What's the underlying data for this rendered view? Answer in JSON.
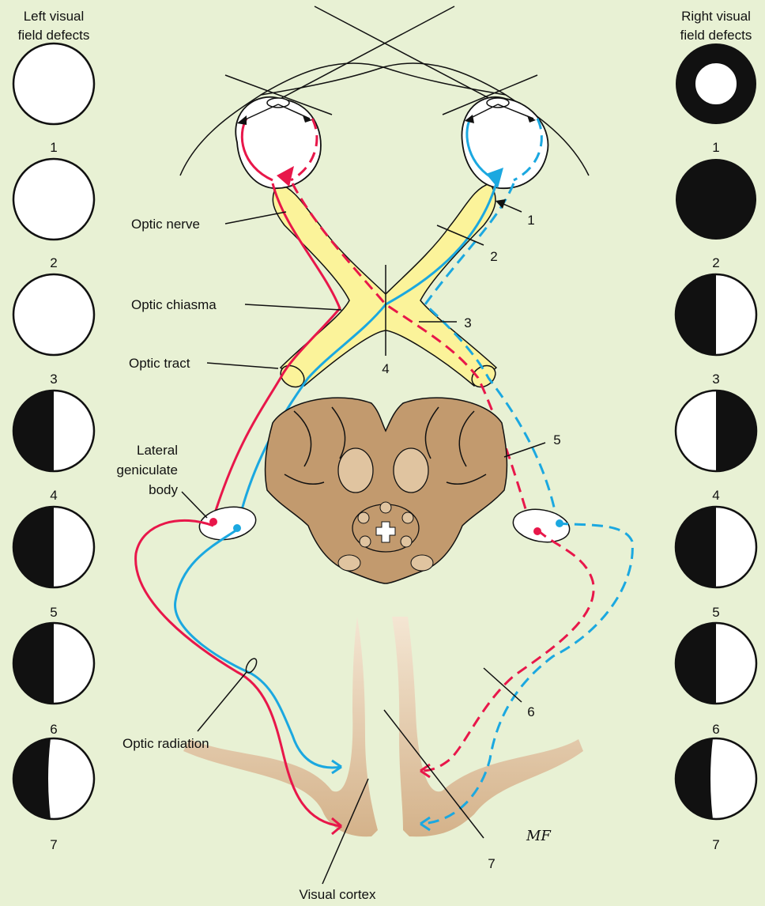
{
  "headers": {
    "left": [
      "Left visual",
      "field defects"
    ],
    "right": [
      "Right visual",
      "field defects"
    ]
  },
  "fields": {
    "left": [
      {
        "num": "1",
        "defect": "none"
      },
      {
        "num": "2",
        "defect": "none"
      },
      {
        "num": "3",
        "defect": "none"
      },
      {
        "num": "4",
        "defect": "left-half"
      },
      {
        "num": "5",
        "defect": "left-half"
      },
      {
        "num": "6",
        "defect": "left-half"
      },
      {
        "num": "7",
        "defect": "left-half-macular-sparing"
      }
    ],
    "right": [
      {
        "num": "1",
        "defect": "peripheral-ring"
      },
      {
        "num": "2",
        "defect": "full"
      },
      {
        "num": "3",
        "defect": "left-half"
      },
      {
        "num": "4",
        "defect": "right-half"
      },
      {
        "num": "5",
        "defect": "left-half"
      },
      {
        "num": "6",
        "defect": "left-half"
      },
      {
        "num": "7",
        "defect": "left-half-macular-sparing"
      }
    ]
  },
  "labels": {
    "optic_nerve": "Optic nerve",
    "optic_chiasma": "Optic chiasma",
    "optic_tract": "Optic tract",
    "lgb": [
      "Lateral",
      "geniculate",
      "body"
    ],
    "optic_radiation": "Optic radiation",
    "visual_cortex": "Visual cortex",
    "signature": "MF"
  },
  "lesions": [
    "1",
    "2",
    "3",
    "4",
    "5",
    "6",
    "7"
  ],
  "colors": {
    "background": "#e8f1d4",
    "nerve_yellow": "#fbf39a",
    "temporal_fibers": "#e8174a",
    "nasal_fibers": "#1ba8e0",
    "brainstem": "#c29a6e",
    "nuclei": "#e0c4a0",
    "cortex": "#dcc2a2"
  }
}
